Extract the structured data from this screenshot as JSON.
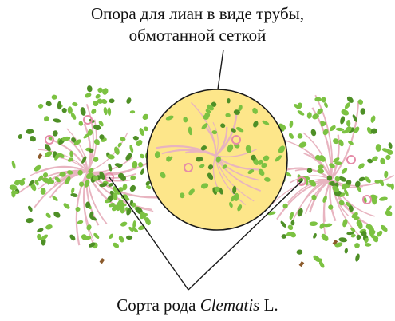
{
  "labels": {
    "support_line1": "Опора для лиан в виде трубы,",
    "support_line2": "обмотанной сеткой",
    "varieties_prefix": "Сорта рода ",
    "varieties_genus": "Clematis",
    "varieties_suffix": " L."
  },
  "colors": {
    "support_fill": "#fde68a",
    "support_stroke": "#1a1a1a",
    "leaf": "#7cc242",
    "leaf_dark": "#4e8f26",
    "stem": "#e8b4c0",
    "flower": "#e58ca8",
    "bud_brown": "#8b5a2b",
    "leader_line": "#1a1a1a"
  }
}
